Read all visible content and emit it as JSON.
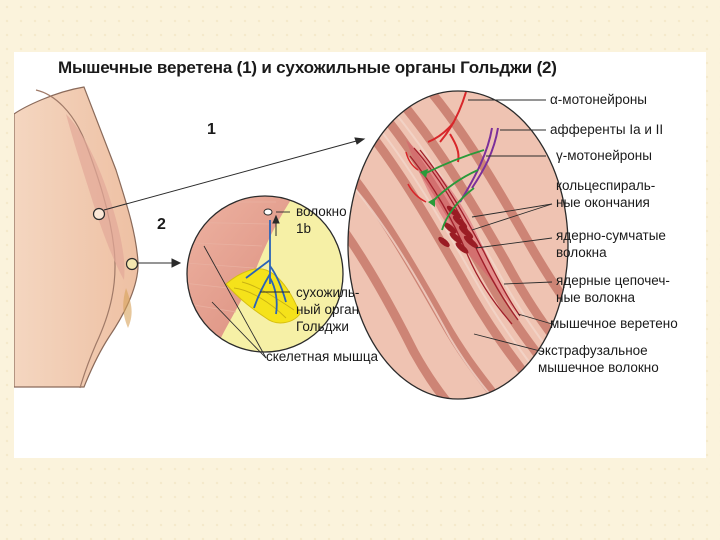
{
  "figure": {
    "title": "Мышечные веретена (1) и сухожильные органы Гольджи (2)",
    "markers": {
      "one": "1",
      "two": "2"
    },
    "labels": {
      "alpha_motoneurons": "α-мотонейроны",
      "afferents": "афференты Ia и II",
      "gamma_motoneurons": "γ-мотонейроны",
      "annulospiral_line1": "кольцеспираль-",
      "annulospiral_line2": "ные окончания",
      "nuclear_bag_line1": "ядерно-сумчатые",
      "nuclear_bag_line2": "волокна",
      "nuclear_chain_line1": "ядерные цепочеч-",
      "nuclear_chain_line2": "ные волокна",
      "muscle_spindle": "мышечное веретено",
      "extrafusal_line1": "экстрафузальное",
      "extrafusal_line2": "мышечное волокно",
      "fiber_1b_line1": "волокно",
      "fiber_1b_line2": "1b",
      "golgi_line1": "сухожиль-",
      "golgi_line2": "ный орган",
      "golgi_line3": "Гольджи",
      "skeletal_muscle": "скелетная мышца"
    },
    "colors": {
      "skin": "#f1cdb4",
      "muscle": "#d9897a",
      "tendon": "#f3ec9b",
      "golgi_yellow": "#f5e21a",
      "nerve_blue": "#2a63b8",
      "nerve_red": "#d8262a",
      "nerve_purple": "#7b2f9a",
      "nerve_green": "#2a9a3a",
      "spindle_dark": "#9a1c24"
    }
  }
}
